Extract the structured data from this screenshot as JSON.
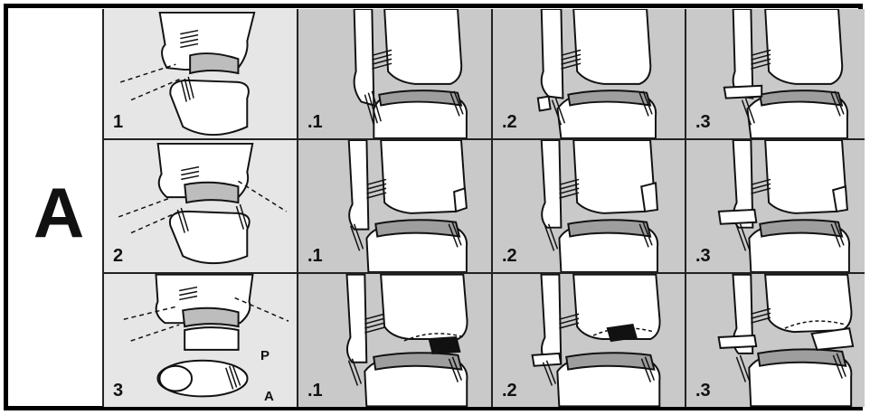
{
  "panel_letter": "A",
  "rows": [
    {
      "type_label": "1",
      "subtype_labels": [
        ".1",
        ".2",
        ".3"
      ]
    },
    {
      "type_label": "2",
      "subtype_labels": [
        ".1",
        ".2",
        ".3"
      ]
    },
    {
      "type_label": "3",
      "subtype_labels": [
        ".1",
        ".2",
        ".3"
      ]
    }
  ],
  "view_labels": {
    "posterior": "P",
    "anterior": "A"
  }
}
